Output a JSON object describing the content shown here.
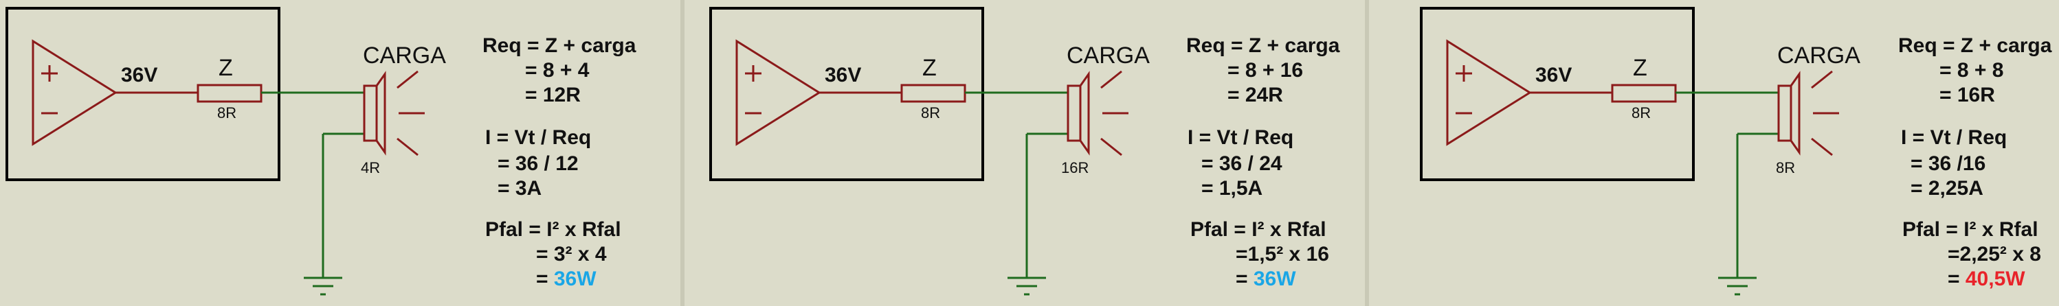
{
  "panels": [
    {
      "amp_voltage": "36V",
      "resistor_name": "Z",
      "resistor_value": "8R",
      "load_name": "CARGA",
      "load_value": "4R",
      "req_title": "Req = Z + carga",
      "req_sum": "= 8 + 4",
      "req_result": "= 12R",
      "i_title": "I = Vt / Req",
      "i_div": "= 36 / 12",
      "i_result": "= 3A",
      "p_title": "Pfal = I² x Rfal",
      "p_calc": "= 3² x 4",
      "p_eq": "=",
      "p_result": "36W",
      "p_result_color": "#1aa6e6"
    },
    {
      "amp_voltage": "36V",
      "resistor_name": "Z",
      "resistor_value": "8R",
      "load_name": "CARGA",
      "load_value": "16R",
      "req_title": "Req = Z + carga",
      "req_sum": "= 8 + 16",
      "req_result": "= 24R",
      "i_title": "I = Vt / Req",
      "i_div": "= 36 / 24",
      "i_result": "= 1,5A",
      "p_title": "Pfal = I² x Rfal",
      "p_calc": "=1,5² x 16",
      "p_eq": "=",
      "p_result": "36W",
      "p_result_color": "#1aa6e6"
    },
    {
      "amp_voltage": "36V",
      "resistor_name": "Z",
      "resistor_value": "8R",
      "load_name": "CARGA",
      "load_value": "8R",
      "req_title": "Req = Z + carga",
      "req_sum": "= 8 + 8",
      "req_result": "= 16R",
      "i_title": "I = Vt / Req",
      "i_div": "= 36 /16",
      "i_result": "= 2,25A",
      "p_title": "Pfal = I² x Rfal",
      "p_calc": "=2,25² x 8",
      "p_eq": "=",
      "p_result": "40,5W",
      "p_result_color": "#e8232a"
    }
  ],
  "colors": {
    "component": "#8b1a1a",
    "wire": "#1f6b1f",
    "frame": "#000000",
    "background": "#dcdcca"
  }
}
